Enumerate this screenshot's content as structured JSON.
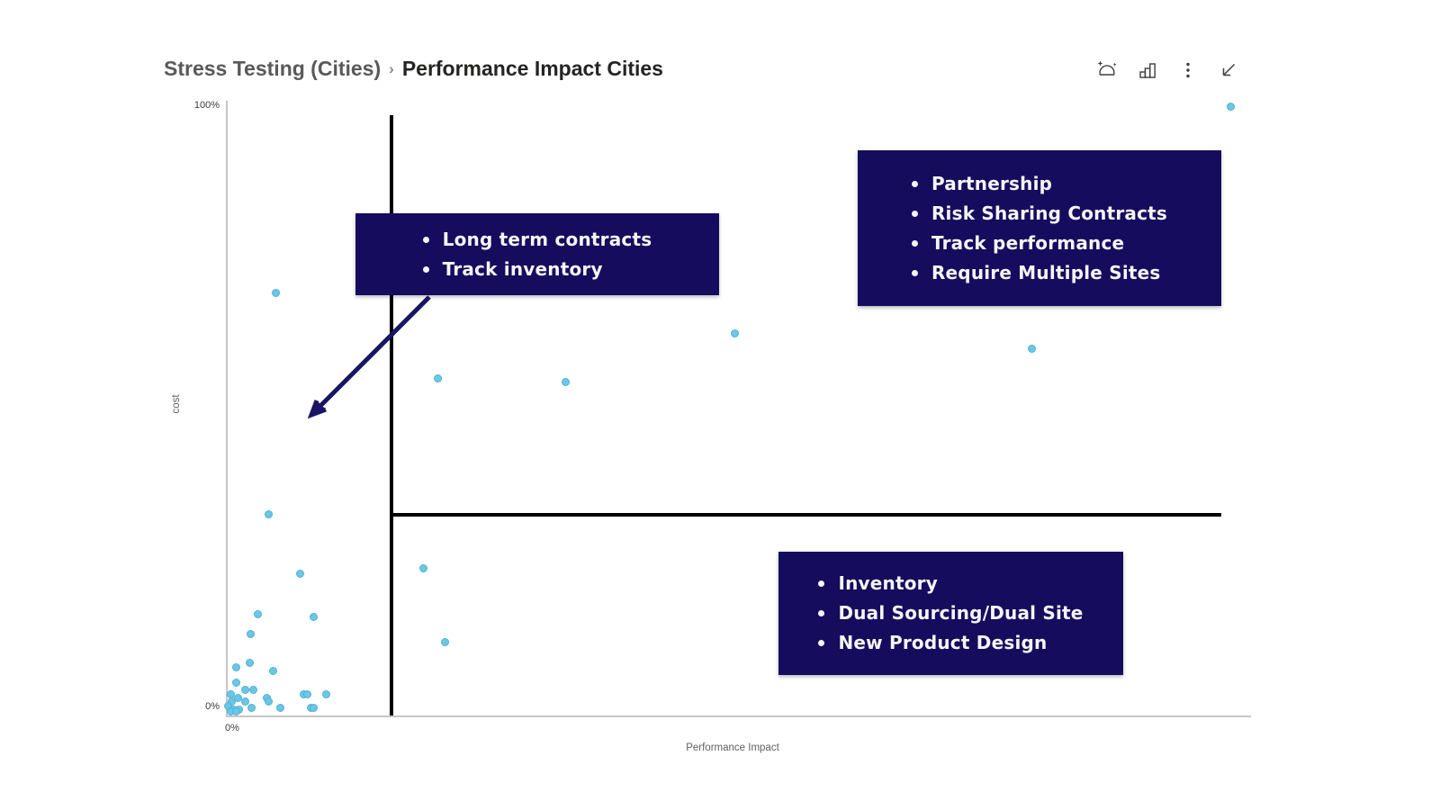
{
  "header": {
    "breadcrumb_root": "Stress Testing (Cities)",
    "separator": "›",
    "page_title": "Performance Impact Cities"
  },
  "toolbar": {
    "icons": [
      {
        "name": "copilot-sparkle-icon"
      },
      {
        "name": "bar-chart-visual-icon"
      },
      {
        "name": "more-options-icon"
      },
      {
        "name": "popout-arrow-icon"
      }
    ]
  },
  "colors": {
    "point_fill": "#6cc6e4",
    "point_stroke": "#4fb3d6",
    "annotation_bg": "#150c5e",
    "annotation_text": "#f5f5f5",
    "quadrant_line": "#000000",
    "axis_line": "#c6c6c6",
    "arrow": "#1b1464"
  },
  "chart_data": {
    "type": "scatter",
    "title": "Performance Impact Cities",
    "xlabel": "Performance Impact",
    "ylabel": "cost",
    "xlim": [
      0,
      100
    ],
    "ylim": [
      0,
      100
    ],
    "x_tick_labels": [
      "0%"
    ],
    "y_tick_labels": [
      "0%",
      "100%"
    ],
    "grid": false,
    "legend": false,
    "reference_lines": {
      "vertical_x_pct": 16.1,
      "horizontal_y_pct": 32.7
    },
    "points_pct": [
      [
        98.0,
        99.0
      ],
      [
        4.8,
        68.7
      ],
      [
        49.6,
        62.1
      ],
      [
        78.6,
        59.6
      ],
      [
        20.6,
        54.9
      ],
      [
        33.1,
        54.3
      ],
      [
        4.1,
        32.7
      ],
      [
        19.2,
        24.0
      ],
      [
        7.2,
        23.0
      ],
      [
        3.0,
        16.4
      ],
      [
        8.5,
        16.1
      ],
      [
        2.3,
        13.2
      ],
      [
        21.3,
        12.0
      ],
      [
        2.2,
        8.5
      ],
      [
        0.9,
        7.8
      ],
      [
        4.5,
        7.2
      ],
      [
        0.9,
        5.3
      ],
      [
        1.8,
        4.2
      ],
      [
        2.6,
        4.1
      ],
      [
        7.5,
        3.4
      ],
      [
        7.9,
        3.4
      ],
      [
        9.7,
        3.5
      ],
      [
        1.1,
        2.9
      ],
      [
        3.9,
        2.9
      ],
      [
        4.1,
        2.3
      ],
      [
        1.8,
        2.2
      ],
      [
        0.4,
        3.5
      ],
      [
        0.5,
        2.2
      ],
      [
        0.1,
        1.5
      ],
      [
        2.4,
        1.3
      ],
      [
        5.2,
        1.3
      ],
      [
        8.2,
        1.3
      ],
      [
        8.5,
        1.3
      ],
      [
        0.7,
        1.0
      ],
      [
        1.2,
        0.9
      ],
      [
        0.4,
        0.7
      ],
      [
        0.9,
        0.6
      ]
    ],
    "annotations": [
      {
        "name": "top-right-strategies",
        "items": [
          "Partnership",
          "Risk Sharing Contracts",
          "Track performance",
          "Require Multiple Sites"
        ]
      },
      {
        "name": "top-left-strategies",
        "items": [
          "Long term contracts",
          "Track inventory"
        ]
      },
      {
        "name": "bottom-strategies",
        "items": [
          "Inventory",
          "Dual Sourcing/Dual Site",
          "New Product Design"
        ]
      }
    ]
  }
}
